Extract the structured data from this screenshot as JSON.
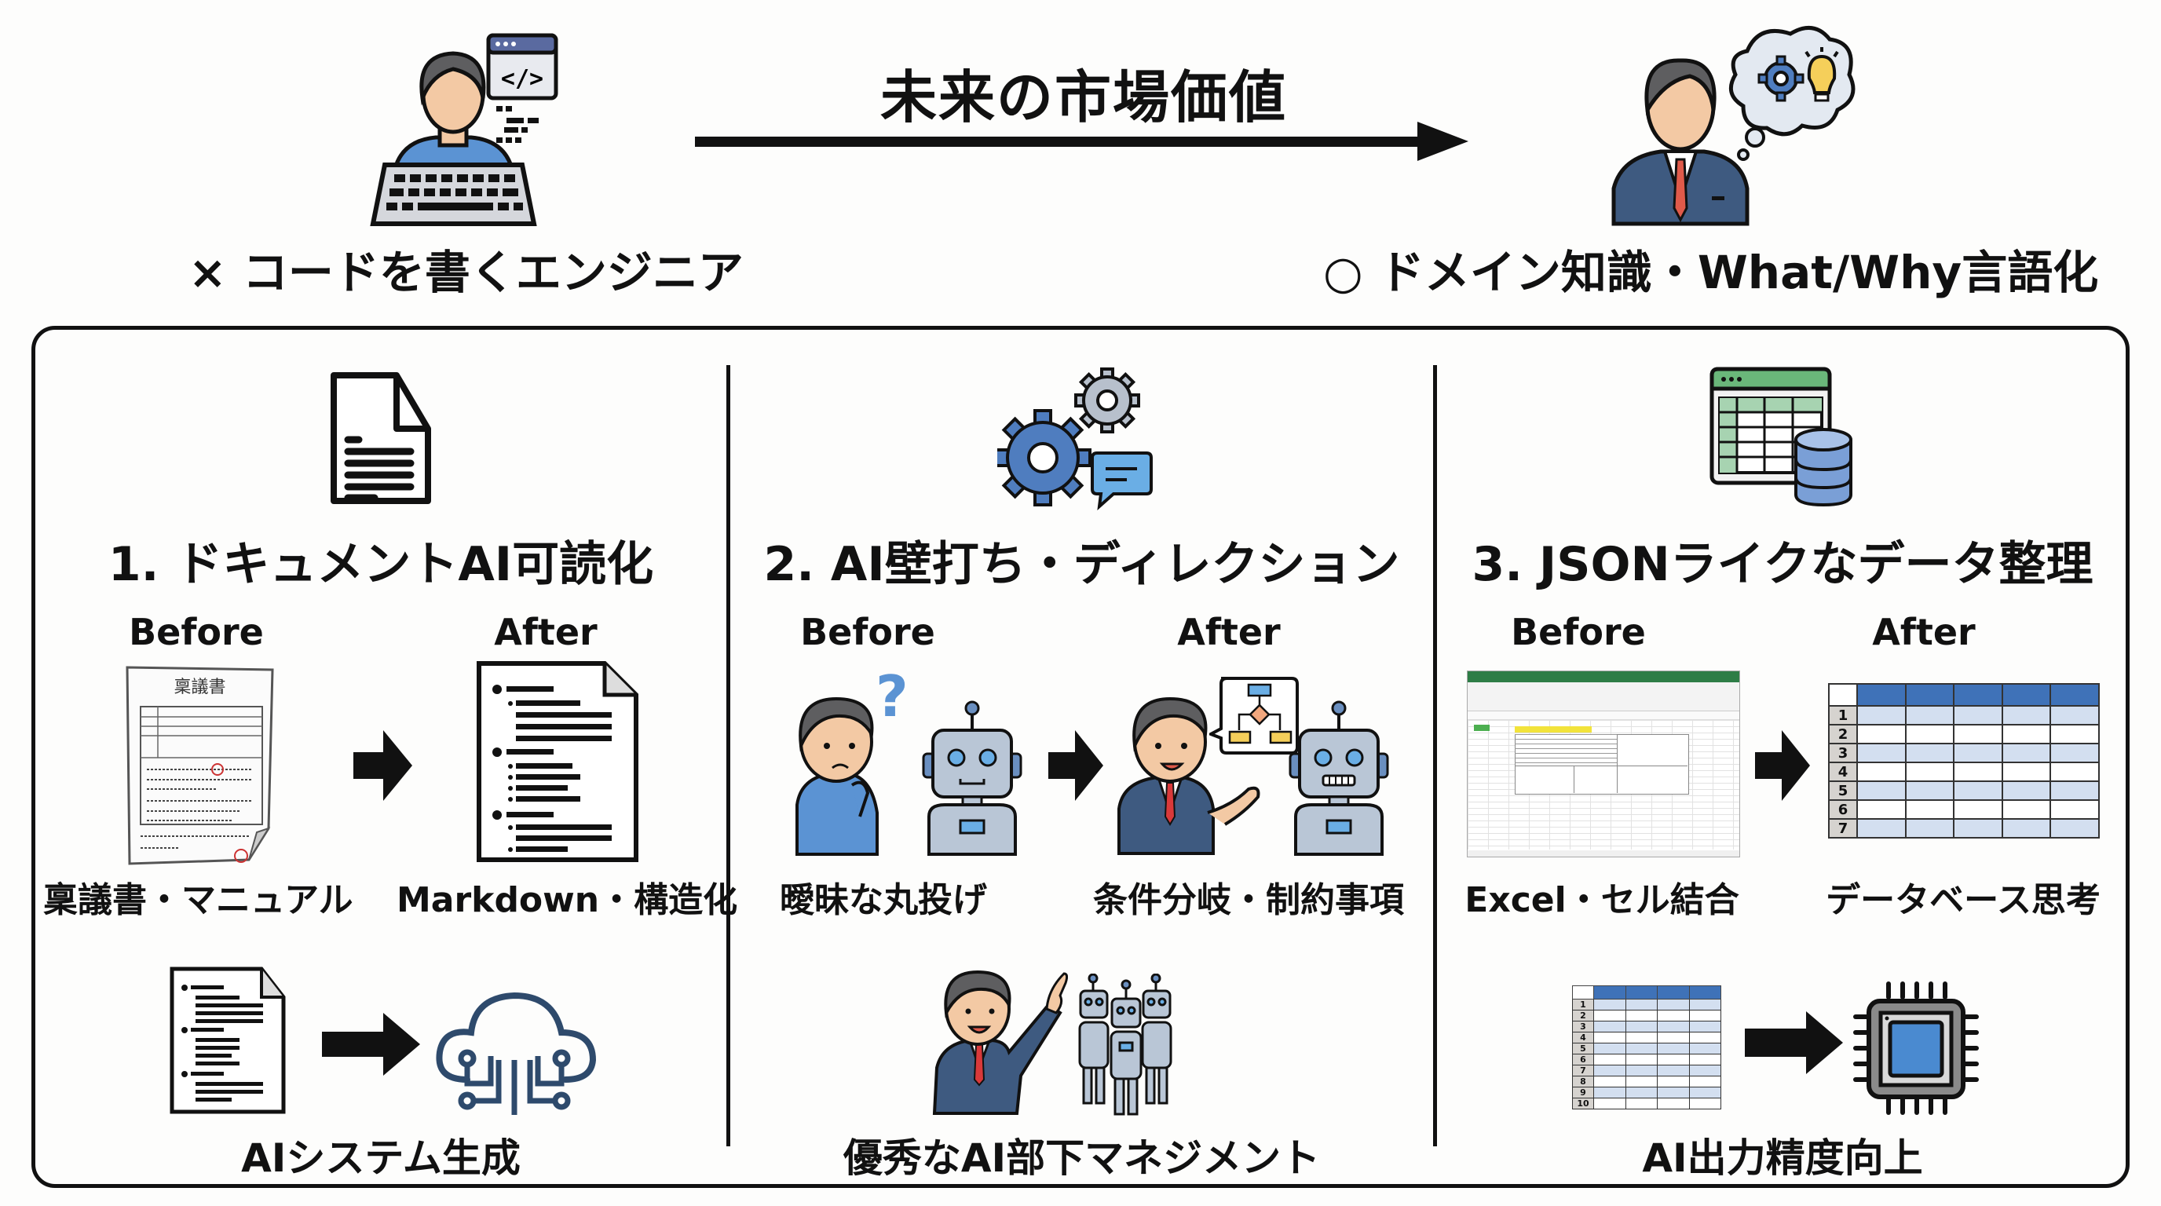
{
  "header": {
    "arrow_label": "未来の市場価値",
    "left_persona": {
      "mark": "×",
      "label": "コードを書くエンジニア",
      "icon": "coding-engineer-icon"
    },
    "right_persona": {
      "mark": "○",
      "label": "ドメイン知識・What/Why言語化",
      "icon": "thinking-businessman-icon"
    }
  },
  "panels": [
    {
      "title": "1. ドキュメントAI可読化",
      "icon": "document-icon",
      "before_label": "Before",
      "after_label": "After",
      "before_caption": "稟議書・マニュアル",
      "after_caption": "Markdown・構造化",
      "before_doc_title": "稟議書",
      "bottom_caption": "AIシステム生成"
    },
    {
      "title": "2. AI壁打ち・ディレクション",
      "icon": "gears-chat-icon",
      "before_label": "Before",
      "after_label": "After",
      "before_caption": "曖昧な丸投げ",
      "after_caption": "条件分岐・制約事項",
      "question_mark": "?",
      "bottom_caption": "優秀なAI部下マネジメント"
    },
    {
      "title": "3. JSONライクなデータ整理",
      "icon": "spreadsheet-database-icon",
      "before_label": "Before",
      "after_label": "After",
      "before_caption": "Excel・セル結合",
      "after_caption": "データベース思考",
      "after_table_rows": [
        "1",
        "2",
        "3",
        "4",
        "5",
        "6",
        "7"
      ],
      "bottom_table_rows": [
        "1",
        "2",
        "3",
        "4",
        "5",
        "6",
        "7",
        "8",
        "9",
        "10"
      ],
      "bottom_caption": "AI出力精度向上"
    }
  ],
  "colors": {
    "shirt_blue": "#5b93d3",
    "suit_navy": "#3e5a80",
    "tie_red": "#e05a4a",
    "robot_gray": "#b9c6d6",
    "gear_blue": "#4f7dbf",
    "excel_green": "#2e7d46",
    "table_header": "#3f72b8",
    "bulb_yellow": "#f5cf5a"
  }
}
